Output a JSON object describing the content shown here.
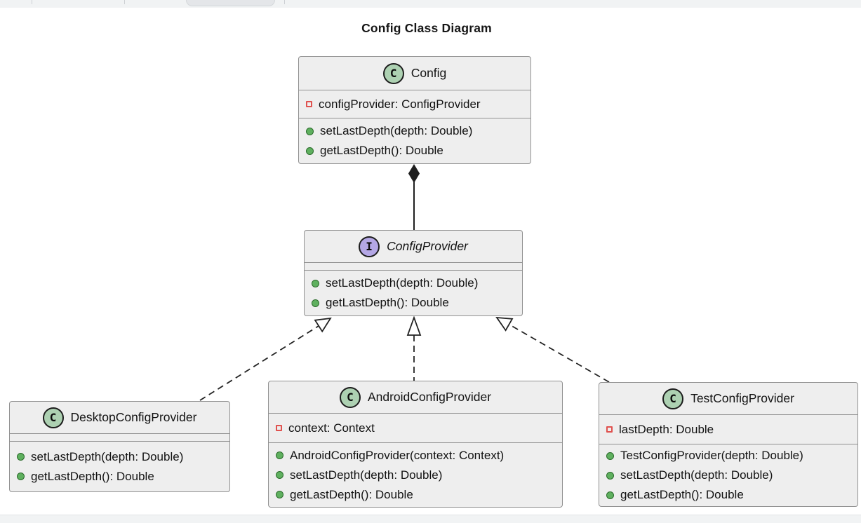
{
  "diagram": {
    "title": "Config Class Diagram"
  },
  "classes": [
    {
      "id": "config",
      "stereotype": "class",
      "badge": "C",
      "name": "Config",
      "fields": [
        {
          "visibility": "private",
          "label": "configProvider: ConfigProvider"
        }
      ],
      "methods": [
        {
          "visibility": "public",
          "label": "setLastDepth(depth: Double)"
        },
        {
          "visibility": "public",
          "label": "getLastDepth(): Double"
        }
      ]
    },
    {
      "id": "configProvider",
      "stereotype": "interface",
      "badge": "I",
      "name": "ConfigProvider",
      "fields": [],
      "methods": [
        {
          "visibility": "public",
          "label": "setLastDepth(depth: Double)"
        },
        {
          "visibility": "public",
          "label": "getLastDepth(): Double"
        }
      ]
    },
    {
      "id": "desktopConfigProvider",
      "stereotype": "class",
      "badge": "C",
      "name": "DesktopConfigProvider",
      "fields": [],
      "methods": [
        {
          "visibility": "public",
          "label": "setLastDepth(depth: Double)"
        },
        {
          "visibility": "public",
          "label": "getLastDepth(): Double"
        }
      ]
    },
    {
      "id": "androidConfigProvider",
      "stereotype": "class",
      "badge": "C",
      "name": "AndroidConfigProvider",
      "fields": [
        {
          "visibility": "private",
          "label": "context: Context"
        }
      ],
      "methods": [
        {
          "visibility": "public",
          "label": "AndroidConfigProvider(context: Context)"
        },
        {
          "visibility": "public",
          "label": "setLastDepth(depth: Double)"
        },
        {
          "visibility": "public",
          "label": "getLastDepth(): Double"
        }
      ]
    },
    {
      "id": "testConfigProvider",
      "stereotype": "class",
      "badge": "C",
      "name": "TestConfigProvider",
      "fields": [
        {
          "visibility": "private",
          "label": "lastDepth: Double"
        }
      ],
      "methods": [
        {
          "visibility": "public",
          "label": "TestConfigProvider(depth: Double)"
        },
        {
          "visibility": "public",
          "label": "setLastDepth(depth: Double)"
        },
        {
          "visibility": "public",
          "label": "getLastDepth(): Double"
        }
      ]
    }
  ],
  "relations": [
    {
      "from": "Config",
      "to": "ConfigProvider",
      "type": "composition"
    },
    {
      "from": "DesktopConfigProvider",
      "to": "ConfigProvider",
      "type": "realization"
    },
    {
      "from": "AndroidConfigProvider",
      "to": "ConfigProvider",
      "type": "realization"
    },
    {
      "from": "TestConfigProvider",
      "to": "ConfigProvider",
      "type": "realization"
    }
  ],
  "colors": {
    "class_badge_fill": "#ADD1B2",
    "interface_badge_fill": "#B4A7E5",
    "private_field_icon": "#E0524F",
    "public_method_fill": "#5FB05F",
    "public_method_border": "#2A6B2A",
    "box_fill": "#EEEEEE",
    "box_border": "#919191",
    "relation_line": "#1F1F1F",
    "chrome_strip": "#F1F3F4"
  }
}
